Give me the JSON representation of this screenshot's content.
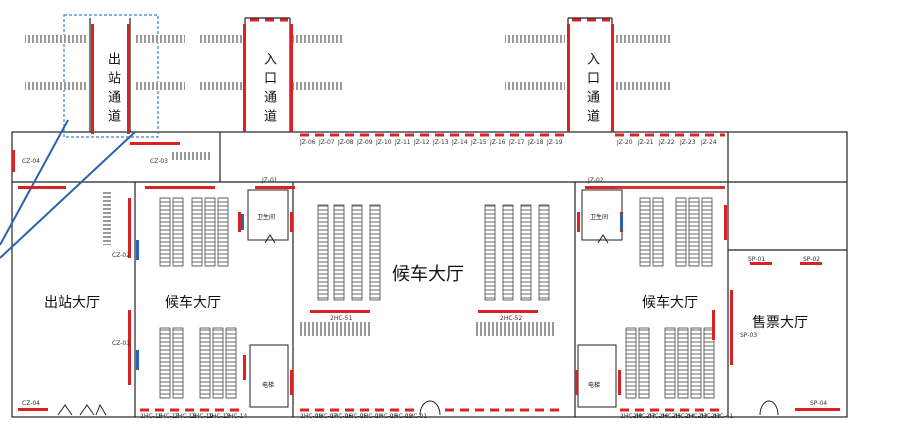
{
  "areas": {
    "exit_hall": "出站大厅",
    "waiting_left": "候车大厅",
    "waiting_center": "候车大厅",
    "waiting_right": "候车大厅",
    "ticket_hall": "售票大厅",
    "exit_passage": "出站通道",
    "entry_passage_1": "入口通道",
    "entry_passage_2": "入口通道"
  },
  "rooms": {
    "toilet_left": "卫生间",
    "toilet_right": "卫生间",
    "elevator_left": "电梯",
    "elevator_right": "电梯"
  },
  "codes": {
    "cz04": "CZ-04",
    "cz01": "CZ-01",
    "cz02": "CZ-02",
    "cz03": "CZ-03",
    "sp01": "SP-01",
    "sp02": "SP-02",
    "sp03": "SP-03",
    "sp04": "SP-04",
    "jz01": "JZ-01",
    "jz02": "JZ-02",
    "cz_bottom_left": "CZ-04",
    "corridor": [
      "JZ-06",
      "JZ-07",
      "JZ-08",
      "JZ-09",
      "JZ-10",
      "JZ-11",
      "JZ-12",
      "JZ-13",
      "JZ-14",
      "JZ-15",
      "JZ-16",
      "JZ-17",
      "JZ-18",
      "JZ-19"
    ],
    "corridor_right": [
      "JZ-20",
      "JZ-21",
      "JZ-22",
      "JZ-23",
      "JZ-24"
    ],
    "bottom_left": [
      "2HC-16",
      "2HC-17",
      "2HC-18",
      "2HC-19",
      "2HC-13",
      "2HC-14"
    ],
    "bottom_center": [
      "2HC-08",
      "2HC-07",
      "2HC-06",
      "2HC-05",
      "2HC-04",
      "2HC-03",
      "2HC-02",
      "2HC-01"
    ],
    "bottom_right": [
      "2HC-48",
      "2HC-47",
      "2HC-46",
      "2HC-45",
      "2HC-44",
      "2HC-43",
      "2HC-42",
      "2HC-41"
    ],
    "center_mid_top": "2HC-51",
    "center_mid_bottom": "2HC-52"
  }
}
